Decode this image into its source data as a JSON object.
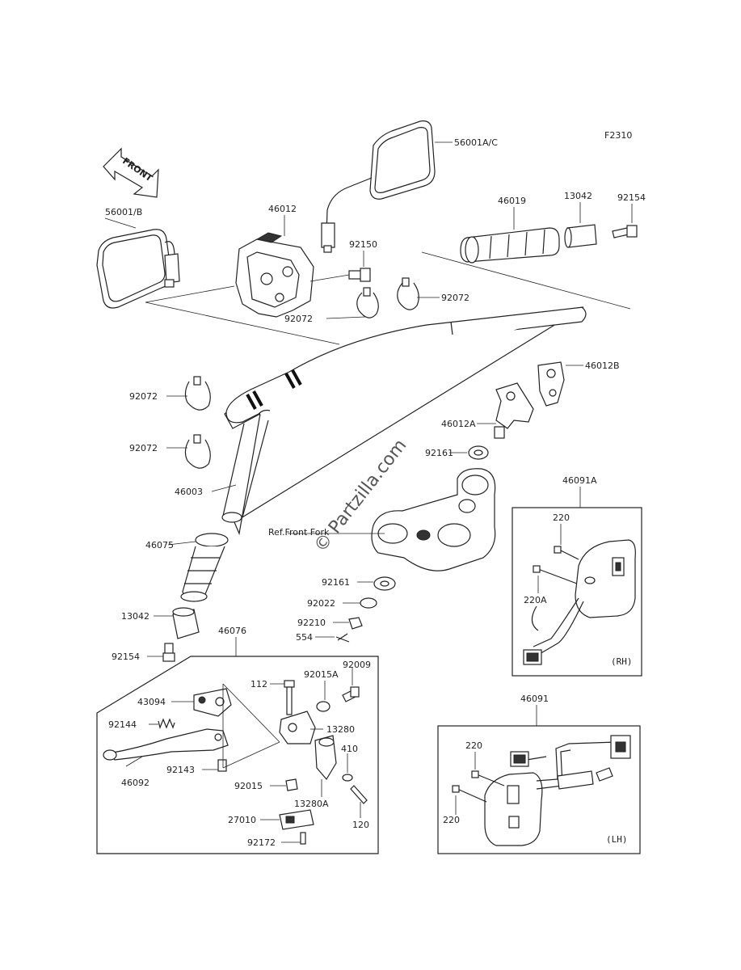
{
  "figure_code": "F2310",
  "front_arrow": "FRONT",
  "watermark": "© Partzilla.com",
  "ref_note": "Ref.Front Fork",
  "callouts": {
    "c56001AC": "56001A/C",
    "c56001B": "56001/B",
    "c46012": "46012",
    "c92150": "92150",
    "c92072a": "92072",
    "c92072b": "92072",
    "c92072c": "92072",
    "c92072d": "92072",
    "c46019": "46019",
    "c13042a": "13042",
    "c92154a": "92154",
    "c46012B": "46012B",
    "c46012A": "46012A",
    "c92161a": "92161",
    "c46003": "46003",
    "c46075": "46075",
    "c13042b": "13042",
    "c92154b": "92154",
    "c46091A": "46091A",
    "c220a": "220",
    "c220A": "220A",
    "c92161b": "92161",
    "c92022": "92022",
    "c92210": "92210",
    "c554": "554",
    "c46076": "46076",
    "c112": "112",
    "c92015A": "92015A",
    "c92009": "92009",
    "c43094": "43094",
    "c13280": "13280",
    "c92144": "92144",
    "c410": "410",
    "c92143": "92143",
    "c92015": "92015",
    "c46092": "46092",
    "c13280A": "13280A",
    "c120": "120",
    "c27010": "27010",
    "c92172": "92172",
    "c46091": "46091",
    "c220b": "220",
    "c220c": "220"
  },
  "panels": {
    "rh_tag": "(RH)",
    "lh_tag": "(LH)"
  }
}
